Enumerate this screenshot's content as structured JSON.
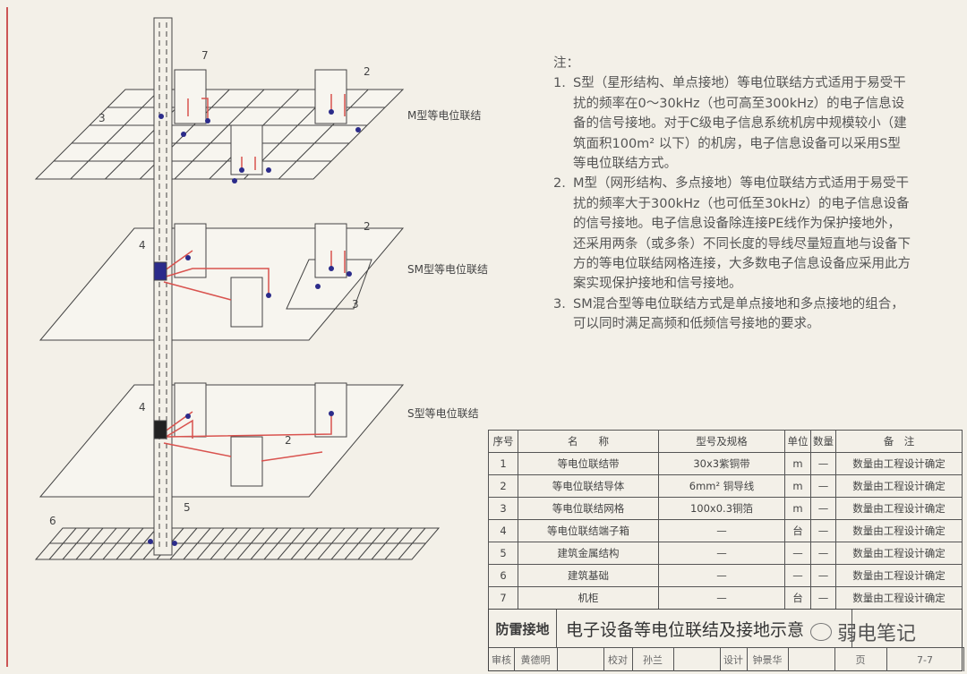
{
  "diagram": {
    "plane_labels": {
      "m": "M型等电位联结",
      "sm": "SM型等电位联结",
      "s": "S型等电位联结"
    },
    "callouts": [
      "2",
      "3",
      "7",
      "2",
      "3",
      "4",
      "2",
      "4",
      "5",
      "6"
    ]
  },
  "notes": {
    "heading": "注：",
    "items": [
      {
        "num": "1.",
        "text": "S型（星形结构、单点接地）等电位联结方式适用于易受干扰的频率在0～30kHz（也可高至300kHz）的电子信息设备的信号接地。对于C级电子信息系统机房中规模较小（建筑面积100m² 以下）的机房，电子信息设备可以采用S型等电位联结方式。"
      },
      {
        "num": "2.",
        "text": "M型（网形结构、多点接地）等电位联结方式适用于易受干扰的频率大于300kHz（也可低至30kHz）的电子信息设备的信号接地。电子信息设备除连接PE线作为保护接地外，还采用两条（或多条）不同长度的导线尽量短直地与设备下方的等电位联结网格连接，大多数电子信息设备应采用此方案实现保护接地和信号接地。"
      },
      {
        "num": "3.",
        "text": "SM混合型等电位联结方式是单点接地和多点接地的组合，可以同时满足高频和低频信号接地的要求。"
      }
    ]
  },
  "table": {
    "headers": [
      "序号",
      "名　　称",
      "型号及规格",
      "单位",
      "数量",
      "备　注"
    ],
    "rows": [
      [
        "1",
        "等电位联结带",
        "30x3紫铜带",
        "m",
        "—",
        "数量由工程设计确定"
      ],
      [
        "2",
        "等电位联结导体",
        "6mm² 铜导线",
        "m",
        "—",
        "数量由工程设计确定"
      ],
      [
        "3",
        "等电位联结网格",
        "100x0.3铜箔",
        "m",
        "—",
        "数量由工程设计确定"
      ],
      [
        "4",
        "等电位联结端子箱",
        "—",
        "台",
        "—",
        "数量由工程设计确定"
      ],
      [
        "5",
        "建筑金属结构",
        "—",
        "—",
        "—",
        "数量由工程设计确定"
      ],
      [
        "6",
        "建筑基础",
        "—",
        "—",
        "—",
        "数量由工程设计确定"
      ],
      [
        "7",
        "机柜",
        "—",
        "台",
        "—",
        "数量由工程设计确定"
      ]
    ]
  },
  "title_block": {
    "category": "防雷接地",
    "title": "电子设备等电位联结及接地示意",
    "signatures": [
      "审核",
      "黄德明",
      "",
      "校对",
      "孙兰",
      "",
      "设计",
      "钟景华",
      "",
      "页",
      "7-7"
    ]
  },
  "watermark": "弱电笔记",
  "colors": {
    "wire": "#d9534f",
    "node": "#2b2b8a",
    "line": "#444444"
  }
}
